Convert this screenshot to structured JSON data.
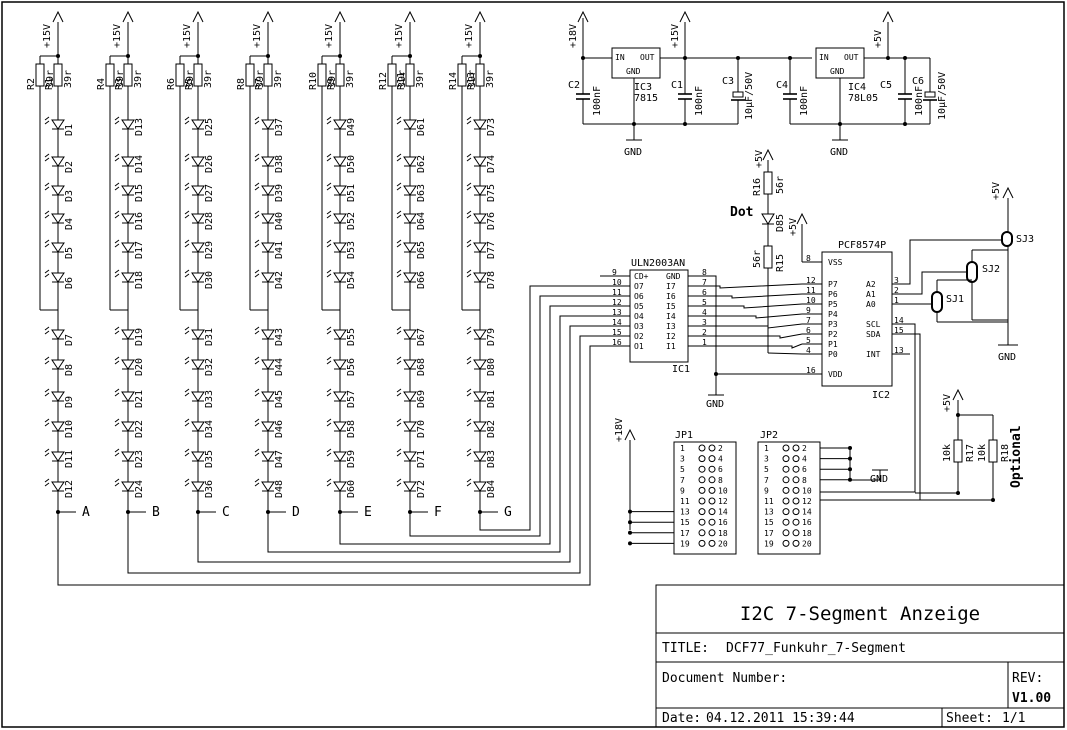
{
  "title_block": {
    "main_title": "I2C 7-Segment Anzeige",
    "title_label": "TITLE:",
    "title_value": "DCF77_Funkuhr_7-Segment",
    "docnum_label": "Document Number:",
    "rev_label": "REV:",
    "rev_value": "V1.00",
    "date_label": "Date:",
    "date_value": "04.12.2011 15:39:44",
    "sheet_label": "Sheet:",
    "sheet_value": "1/1"
  },
  "segments": [
    {
      "letter": "A",
      "r_left": "R2",
      "r_right": "R1",
      "leds": [
        "D1",
        "D2",
        "D3",
        "D4",
        "D5",
        "D6",
        "D7",
        "D8",
        "D9",
        "D10",
        "D11",
        "D12"
      ]
    },
    {
      "letter": "B",
      "r_left": "R4",
      "r_right": "R3",
      "leds": [
        "D13",
        "D14",
        "D15",
        "D16",
        "D17",
        "D18",
        "D19",
        "D20",
        "D21",
        "D22",
        "D23",
        "D24"
      ]
    },
    {
      "letter": "C",
      "r_left": "R6",
      "r_right": "R5",
      "leds": [
        "D25",
        "D26",
        "D27",
        "D28",
        "D29",
        "D30",
        "D31",
        "D32",
        "D33",
        "D34",
        "D35",
        "D36"
      ]
    },
    {
      "letter": "D",
      "r_left": "R8",
      "r_right": "R7",
      "leds": [
        "D37",
        "D38",
        "D39",
        "D40",
        "D41",
        "D42",
        "D43",
        "D44",
        "D45",
        "D46",
        "D47",
        "D48"
      ]
    },
    {
      "letter": "E",
      "r_left": "R10",
      "r_right": "R9",
      "leds": [
        "D49",
        "D50",
        "D51",
        "D52",
        "D53",
        "D54",
        "D55",
        "D56",
        "D57",
        "D58",
        "D59",
        "D60"
      ]
    },
    {
      "letter": "F",
      "r_left": "R12",
      "r_right": "R11",
      "leds": [
        "D61",
        "D62",
        "D63",
        "D64",
        "D65",
        "D66",
        "D67",
        "D68",
        "D69",
        "D70",
        "D71",
        "D72"
      ]
    },
    {
      "letter": "G",
      "r_left": "R14",
      "r_right": "R13",
      "leds": [
        "D73",
        "D74",
        "D75",
        "D76",
        "D77",
        "D78",
        "D79",
        "D80",
        "D81",
        "D82",
        "D83",
        "D84"
      ]
    }
  ],
  "segment_resistor_value": "39r",
  "rail_15v": "+15V",
  "rail_18v": "+18V",
  "rail_5v": "+5V",
  "gnd": "GND",
  "regulators": [
    {
      "name": "IC3",
      "part": "7815",
      "in": "IN",
      "out": "OUT",
      "gnd": "GND"
    },
    {
      "name": "IC4",
      "part": "78L05",
      "in": "IN",
      "out": "OUT",
      "gnd": "GND"
    }
  ],
  "caps": [
    {
      "name": "C2",
      "value": "100nF"
    },
    {
      "name": "C1",
      "value": "100nF"
    },
    {
      "name": "C3",
      "value": "10µF/50V"
    },
    {
      "name": "C4",
      "value": "100nF"
    },
    {
      "name": "C5",
      "value": "100nF"
    },
    {
      "name": "C6",
      "value": "10µF/50V"
    }
  ],
  "dot": {
    "label": "Dot",
    "led": "D85",
    "r_top": "R16",
    "r_top_value": "56r",
    "r_bottom": "R15",
    "r_bottom_value": "56r"
  },
  "uln": {
    "name": "IC1",
    "part": "ULN2003AN",
    "left_pins": [
      {
        "num": "9",
        "name": "CD+"
      },
      {
        "num": "10",
        "name": "O7"
      },
      {
        "num": "11",
        "name": "O6"
      },
      {
        "num": "12",
        "name": "O5"
      },
      {
        "num": "13",
        "name": "O4"
      },
      {
        "num": "14",
        "name": "O3"
      },
      {
        "num": "15",
        "name": "O2"
      },
      {
        "num": "16",
        "name": "O1"
      }
    ],
    "right_pins": [
      {
        "num": "8",
        "name": "GND"
      },
      {
        "num": "7",
        "name": "I7"
      },
      {
        "num": "6",
        "name": "I6"
      },
      {
        "num": "5",
        "name": "I5"
      },
      {
        "num": "4",
        "name": "I4"
      },
      {
        "num": "3",
        "name": "I3"
      },
      {
        "num": "2",
        "name": "I2"
      },
      {
        "num": "1",
        "name": "I1"
      }
    ]
  },
  "pcf": {
    "name": "IC2",
    "part": "PCF8574P",
    "left_pins": [
      {
        "num": "8",
        "name": "VSS"
      },
      {
        "num": "12",
        "name": "P7"
      },
      {
        "num": "11",
        "name": "P6"
      },
      {
        "num": "10",
        "name": "P5"
      },
      {
        "num": "9",
        "name": "P4"
      },
      {
        "num": "7",
        "name": "P3"
      },
      {
        "num": "6",
        "name": "P2"
      },
      {
        "num": "5",
        "name": "P1"
      },
      {
        "num": "4",
        "name": "P0"
      },
      {
        "num": "16",
        "name": "VDD"
      }
    ],
    "right_pins": [
      {
        "num": "3",
        "name": "A2"
      },
      {
        "num": "2",
        "name": "A1"
      },
      {
        "num": "1",
        "name": "A0"
      },
      {
        "num": "14",
        "name": "SCL"
      },
      {
        "num": "15",
        "name": "SDA"
      },
      {
        "num": "13",
        "name": "INT"
      }
    ]
  },
  "jumpers": [
    {
      "name": "SJ1"
    },
    {
      "name": "SJ2"
    },
    {
      "name": "SJ3"
    }
  ],
  "jp1": {
    "name": "JP1",
    "pins": [
      "1",
      "2",
      "3",
      "4",
      "5",
      "6",
      "7",
      "8",
      "9",
      "10",
      "11",
      "12",
      "13",
      "14",
      "15",
      "16",
      "17",
      "18",
      "19",
      "20"
    ]
  },
  "jp2": {
    "name": "JP2",
    "pins": [
      "1",
      "2",
      "3",
      "4",
      "5",
      "6",
      "7",
      "8",
      "9",
      "10",
      "11",
      "12",
      "13",
      "14",
      "15",
      "16",
      "17",
      "18",
      "19",
      "20"
    ]
  },
  "pullups": [
    {
      "name": "R17",
      "value": "10k"
    },
    {
      "name": "R18",
      "value": "10k"
    }
  ],
  "optional_label": "Optional"
}
